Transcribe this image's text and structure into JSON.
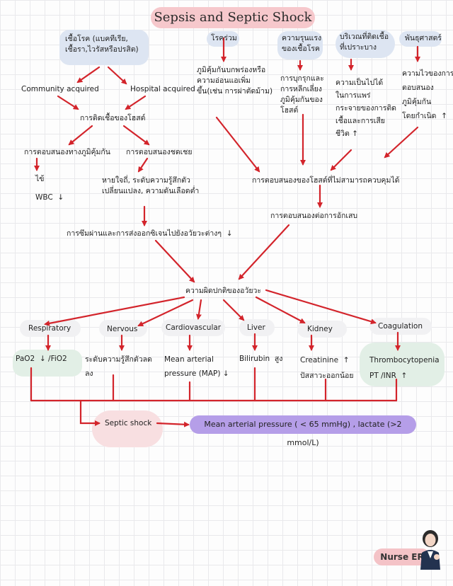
{
  "title": "Sepsis and Septic Shock",
  "causes": {
    "pathogen": "เชื้อโรค (แบคทีเรีย,\nเชื้อรา,ไวรัสหรือปรสิต)",
    "community": "Community acquired",
    "hospital": "Hospital acquired",
    "host_infection": "การติดเชื้อของโฮสต์",
    "immune_response": "การตอบสนองทางภูมิคุ้มกัน",
    "fever": "ไข้",
    "wbc": "WBC  ↓",
    "sympathetic": "การตอบสนองชดเชย",
    "symptoms": "หายใจถี่, ระดับความรู้สึกตัว\nเปลี่ยนแปลง, ความดันเลือดต่ำ",
    "hypoperfusion": "การซึมผ่านและการส่งออกซิเจนไปยังอวัยวะต่างๆ  ↓"
  },
  "risk_factors": {
    "comorbidity_title": "โรคร่วม",
    "comorbidity_text": "ภูมิคุ้มกันบกพร่องหรือ\nความอ่อนแอเพิ่ม\nขึ้น(เช่น การผ่าตัดม้าม)",
    "virulence_title": "ความรุนแรง\nของเชื้อโรค",
    "virulence_text": "การบุกรุกและ\nการหลีกเลี่ยง\nภูมิคุ้มกันของ\nโฮสต์",
    "site_title": "บริเวณที่ติดเชื้อ\nที่เปราะบาง",
    "site_text": "ความเป็นไปได้\nในการแพร่\nกระจายของการติด\nเชื้อและการเสีย\nชีวิต ↑",
    "genetics_title": "พันธุศาสตร์",
    "genetics_text": "ความไวของการ\nตอบสนอง\nภูมิคุ้มกัน\nโดยกำเนิด  ↑"
  },
  "dysregulated": "การตอบสนองของโฮสต์ที่ไม่สามารถควบคุมได้",
  "inflammatory": "การตอบสนองต่อการอักเสบ",
  "organ_dysfunction": "ความผิดปกติของอวัยวะ",
  "organs": [
    {
      "name": "Respiratory",
      "finding": "PaO2  ↓ /FiO2"
    },
    {
      "name": "Nervous",
      "finding": "ระดับความรู้สึกตัวลด\nลง"
    },
    {
      "name": "Cardiovascular",
      "finding": "Mean arterial\npressure (MAP) ↓"
    },
    {
      "name": "Liver",
      "finding": "Bilirubin  สูง"
    },
    {
      "name": "Kidney",
      "finding": "Creatinine  ↑\nปัสสาวะออกน้อย"
    },
    {
      "name": "Coagulation",
      "finding": "Thrombocytopenia\nPT /INR  ↑"
    }
  ],
  "septic_shock": "Septic shock",
  "shock_criteria": "Mean arterial pressure ( < 65 mmHg) , lactate (>2 mmol/L)",
  "badge": "Nurse ER",
  "colors": {
    "arrow": "#d3242b",
    "title_bg": "#f6c8cc",
    "blue_blob": "#dde5f2",
    "green_blob": "#e2efe6",
    "pink_blob": "#f8dfe1",
    "purple_pill": "#b59ee8"
  }
}
